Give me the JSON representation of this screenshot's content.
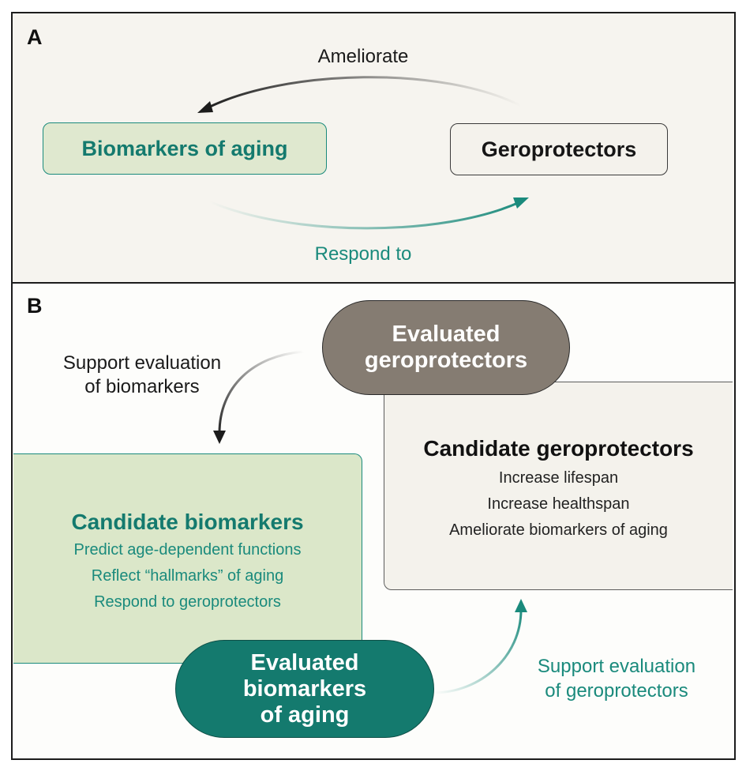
{
  "panel_a": {
    "letter": "A",
    "biomarkers_label": "Biomarkers of aging",
    "geroprotectors_label": "Geroprotectors",
    "top_arrow_label": "Ameliorate",
    "bottom_arrow_label": "Respond to"
  },
  "panel_b": {
    "letter": "B",
    "evaluated_geroprotectors": [
      "Evaluated",
      "geroprotectors"
    ],
    "evaluated_biomarkers": [
      "Evaluated",
      "biomarkers",
      "of aging"
    ],
    "support_biomarkers": [
      "Support evaluation",
      "of biomarkers"
    ],
    "support_geroprotectors": [
      "Support evaluation",
      "of geroprotectors"
    ],
    "candidate_geroprotectors": {
      "title": "Candidate geroprotectors",
      "items": [
        "Increase lifespan",
        "Increase healthspan",
        "Ameliorate biomarkers of aging"
      ]
    },
    "candidate_biomarkers": {
      "title": "Candidate biomarkers",
      "items": [
        "Predict age-dependent functions",
        "Reflect “hallmarks” of aging",
        "Respond to geroprotectors"
      ]
    }
  },
  "colors": {
    "teal": "#147a6e",
    "light_green": "#dfe8cf",
    "taupe": "#857c72",
    "cream": "#f4f2ec",
    "dark": "#1c1c1c"
  }
}
